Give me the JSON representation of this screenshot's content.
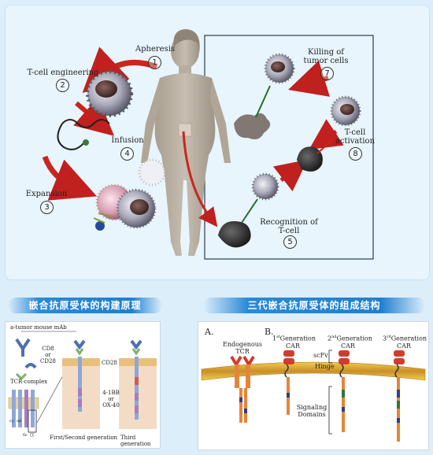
{
  "top": {
    "steps": [
      {
        "label": "Apheresis",
        "num": "1"
      },
      {
        "label": "T-cell engineering",
        "num": "2"
      },
      {
        "label": "Expansion",
        "num": "3"
      },
      {
        "label": "Infusion",
        "num": "4"
      },
      {
        "label": "Recognition of\nT-cell",
        "num": "5"
      },
      {
        "label": "Killing of\ntumor cells",
        "num": "7"
      },
      {
        "label": "T-cell\nactivation",
        "num": "8"
      }
    ]
  },
  "banners": {
    "left": "嵌合抗原受体的构建原理",
    "right": "三代嵌合抗原受体的组成结构"
  },
  "left_panel": {
    "mab": "a-tumor mouse mAb",
    "cd8": "CD8\nor\nCD28",
    "tcr_complex": "TCR-complex",
    "cd28": "CD28",
    "costim": "4-1BB\nor\nOX-40",
    "first_second": "First/Second generation",
    "third": "Third generation",
    "chain_labels": [
      "εγ",
      "αβ",
      "δε",
      "ζζ"
    ]
  },
  "right_panel": {
    "label_a": "A.",
    "label_b": "B.",
    "endogenous": "Endogenous\nTCR",
    "gen1": {
      "sup": "st",
      "num": "1",
      "text": "Generation\nCAR"
    },
    "gen2": {
      "sup": "nd",
      "num": "2",
      "text": "Generation\nCAR"
    },
    "gen3": {
      "sup": "rd",
      "num": "3",
      "text": "Generation\nCAR"
    },
    "scfv": "scFv",
    "hinge": "Hinge",
    "signaling": "Signaling\nDomains"
  }
}
